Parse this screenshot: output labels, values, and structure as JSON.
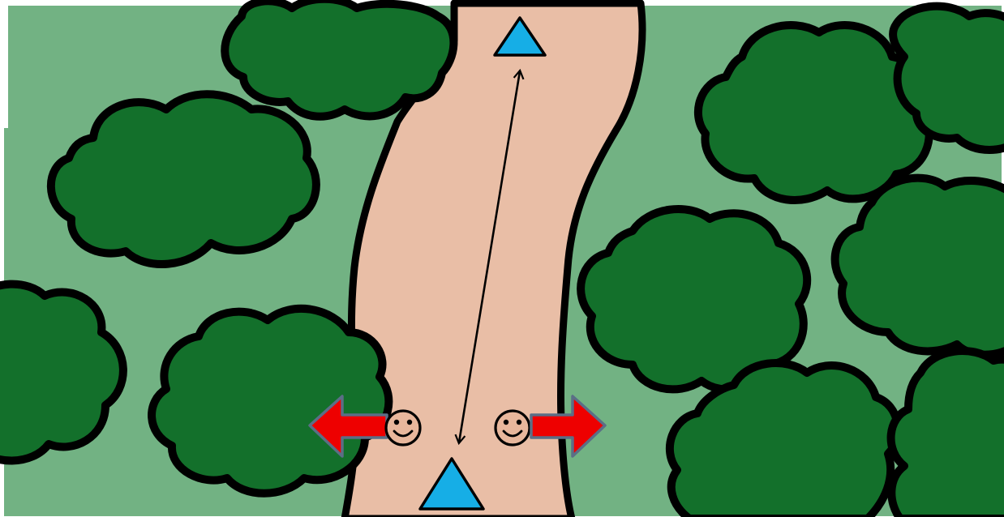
{
  "scene": {
    "colors": {
      "grass": "#72b283",
      "path": "#e9bea6",
      "tree_fill": "#13702b",
      "outline": "#000000",
      "marker": "#16aee6",
      "arrow_fill": "#ee0000",
      "arrow_edge": "#5b6e86",
      "face_fill": "#e8b79c",
      "background": "#ffffff"
    },
    "markers": [
      {
        "name": "far-end-marker",
        "shape": "triangle"
      },
      {
        "name": "near-end-marker",
        "shape": "triangle"
      }
    ],
    "distance_line": {
      "name": "distance-line",
      "heads": "both"
    },
    "people": [
      {
        "name": "left-person",
        "icon": "smiley-face-icon",
        "arrow": "left-arrow-icon",
        "direction": "left"
      },
      {
        "name": "right-person",
        "icon": "smiley-face-icon",
        "arrow": "right-arrow-icon",
        "direction": "right"
      }
    ]
  }
}
